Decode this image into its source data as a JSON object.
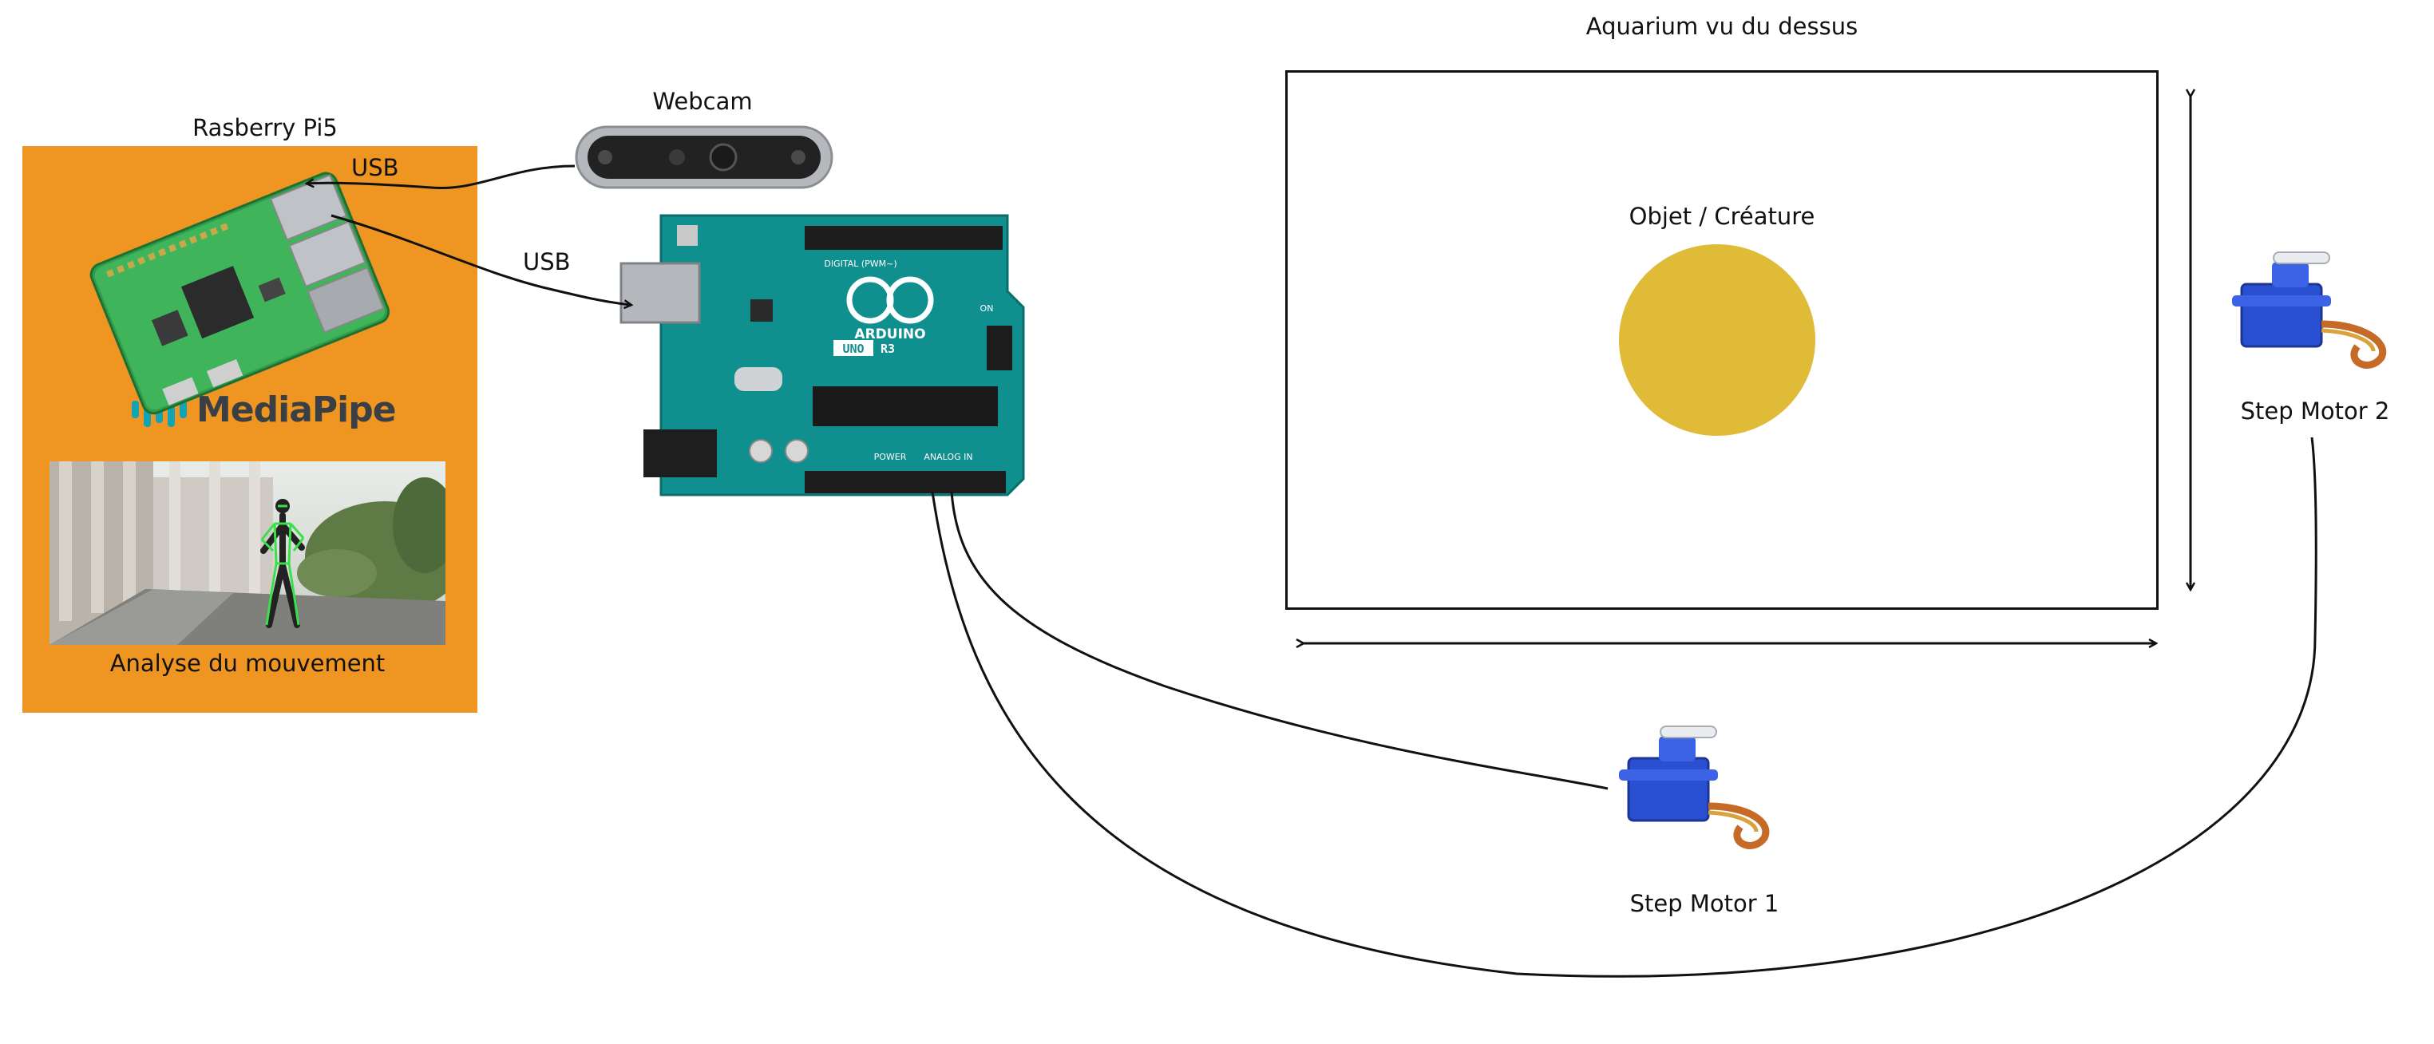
{
  "labels": {
    "raspberry": "Rasberry Pi5",
    "webcam": "Webcam",
    "usb_webcam": "USB",
    "usb_arduino": "USB",
    "mediapipe": "MediaPipe",
    "analysis": "Analyse du mouvement",
    "aquarium": "Aquarium vu du dessus",
    "creature": "Objet / Créature",
    "motor1": "Step Motor 1",
    "motor2": "Step Motor 2",
    "arduino_brand": "ARDUINO",
    "arduino_model": "UNO",
    "arduino_rev": "R3",
    "arduino_digital": "DIGITAL (PWM~)",
    "arduino_power": "POWER",
    "arduino_analog": "ANALOG IN",
    "arduino_on": "ON"
  },
  "colors": {
    "pi_panel": "#ef9622",
    "creature": "#e0bb37",
    "arduino_board": "#0f8f8d",
    "mediapipe_accent": "#12a4b4",
    "servo_blue": "#2a4fd0"
  },
  "icons": {
    "raspberry_pi": "raspberry-pi-board-icon",
    "webcam": "webcam-icon",
    "arduino": "arduino-uno-board-icon",
    "servo": "servo-motor-icon",
    "mediapipe": "mediapipe-logo-icon"
  }
}
